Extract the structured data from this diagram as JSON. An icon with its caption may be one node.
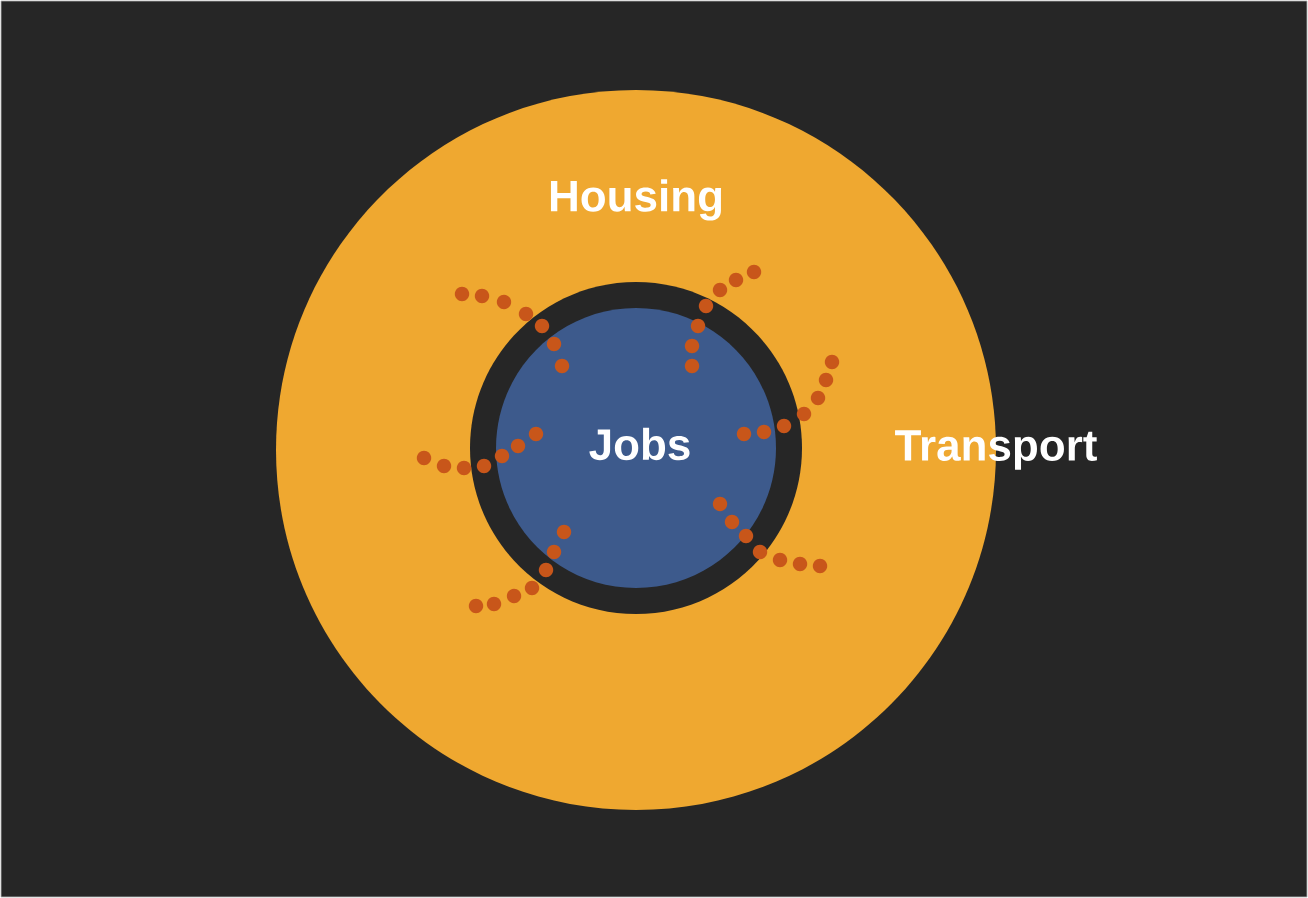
{
  "diagram": {
    "nodes": [
      {
        "text": [
          "Housing",
          "Transport"
        ]
      },
      {
        "text": [
          "Jobs"
        ],
        "in": 0
      }
    ]
  }
}
